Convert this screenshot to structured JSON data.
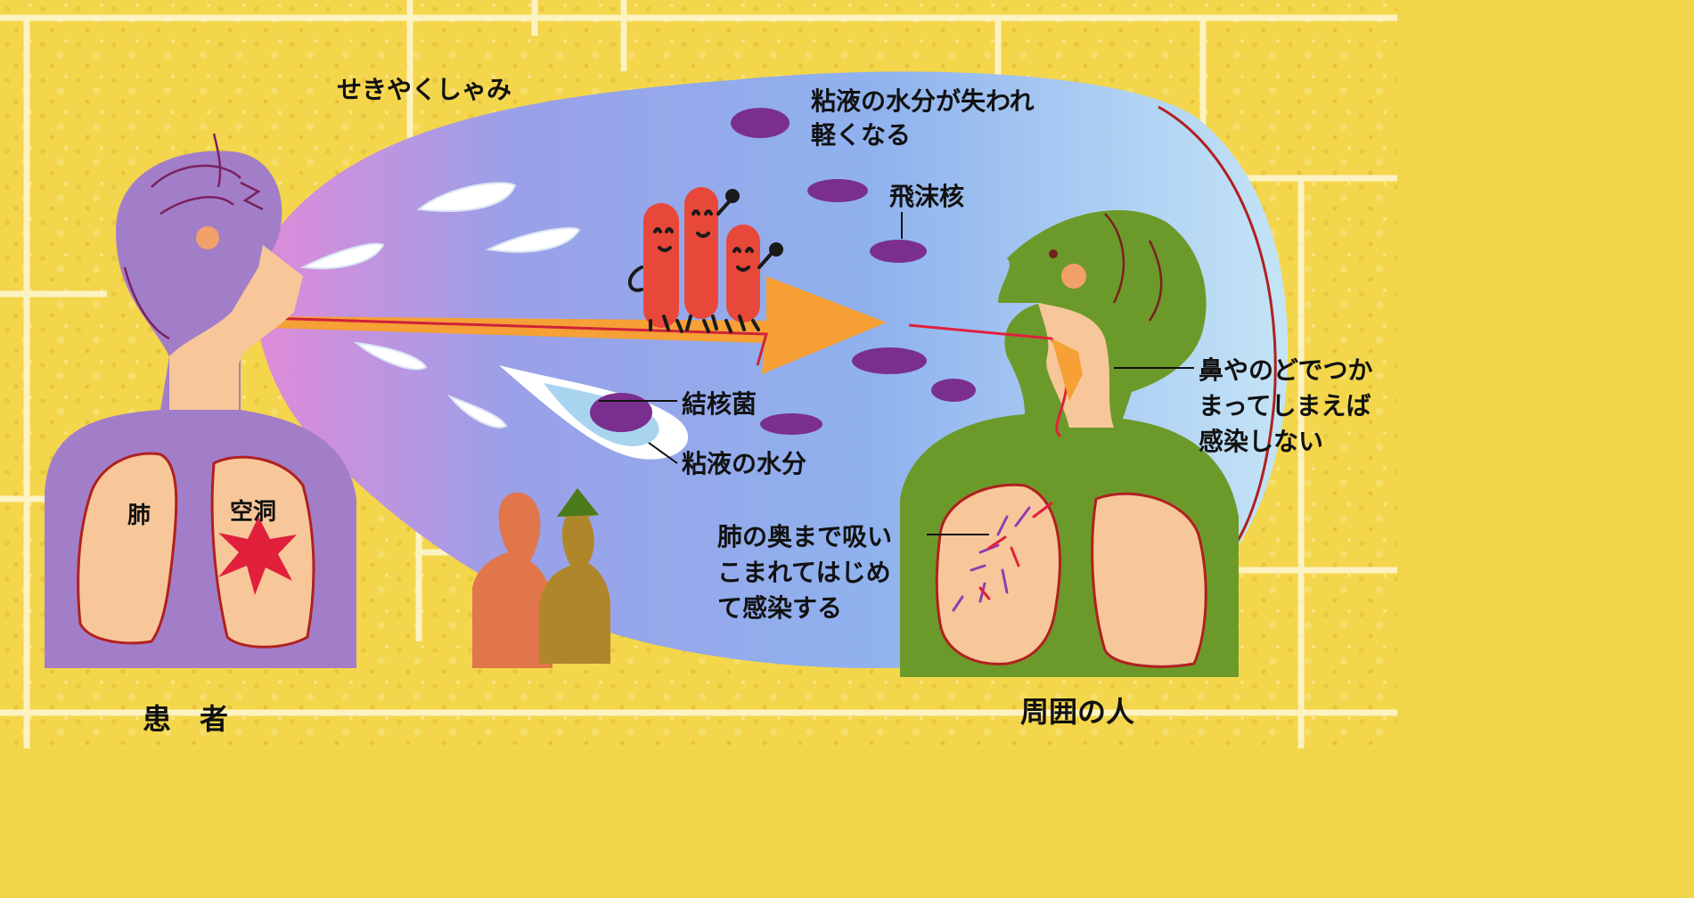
{
  "labels": {
    "patient": "患　者",
    "surrounding_person": "周囲の人",
    "cough_sneeze": "せきやくしゃみ",
    "mucus_loss_line1": "粘液の水分が失われ",
    "mucus_loss_line2": "軽くなる",
    "droplet_nuclei": "飛沫核",
    "tb_bacteria": "結核菌",
    "mucus_moisture": "粘液の水分",
    "lung": "肺",
    "cavity": "空洞",
    "nose_throat_line1": "鼻やのどでつか",
    "nose_throat_line2": "まってしまえば",
    "nose_throat_line3": "感染しない",
    "deep_lung_line1": "肺の奥まで吸い",
    "deep_lung_line2": "こまれてはじめ",
    "deep_lung_line3": "て感染する"
  },
  "colors": {
    "background": "#f2d64a",
    "patient": "#a37ec8",
    "person": "#6c9a2a",
    "skin": "#f7c79a",
    "droplet_cloud_start": "#e08ad8",
    "droplet_cloud_end": "#b8e0f4",
    "nuclei": "#7a2f8f",
    "arrow": "#f6a035",
    "bacteria": "#e8483a"
  }
}
